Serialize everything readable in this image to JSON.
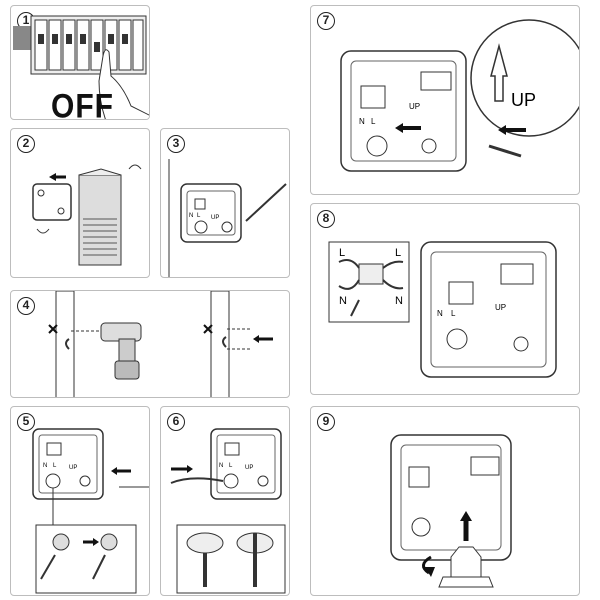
{
  "steps": [
    {
      "number": "1",
      "caption": "OFF"
    },
    {
      "number": "2"
    },
    {
      "number": "3"
    },
    {
      "number": "4"
    },
    {
      "number": "5"
    },
    {
      "number": "6"
    },
    {
      "number": "7",
      "up_label": "UP"
    },
    {
      "number": "8",
      "wire_L": "L",
      "wire_N": "N"
    },
    {
      "number": "9"
    }
  ],
  "box_labels": {
    "neutral": "N",
    "live": "L",
    "up": "UP"
  }
}
